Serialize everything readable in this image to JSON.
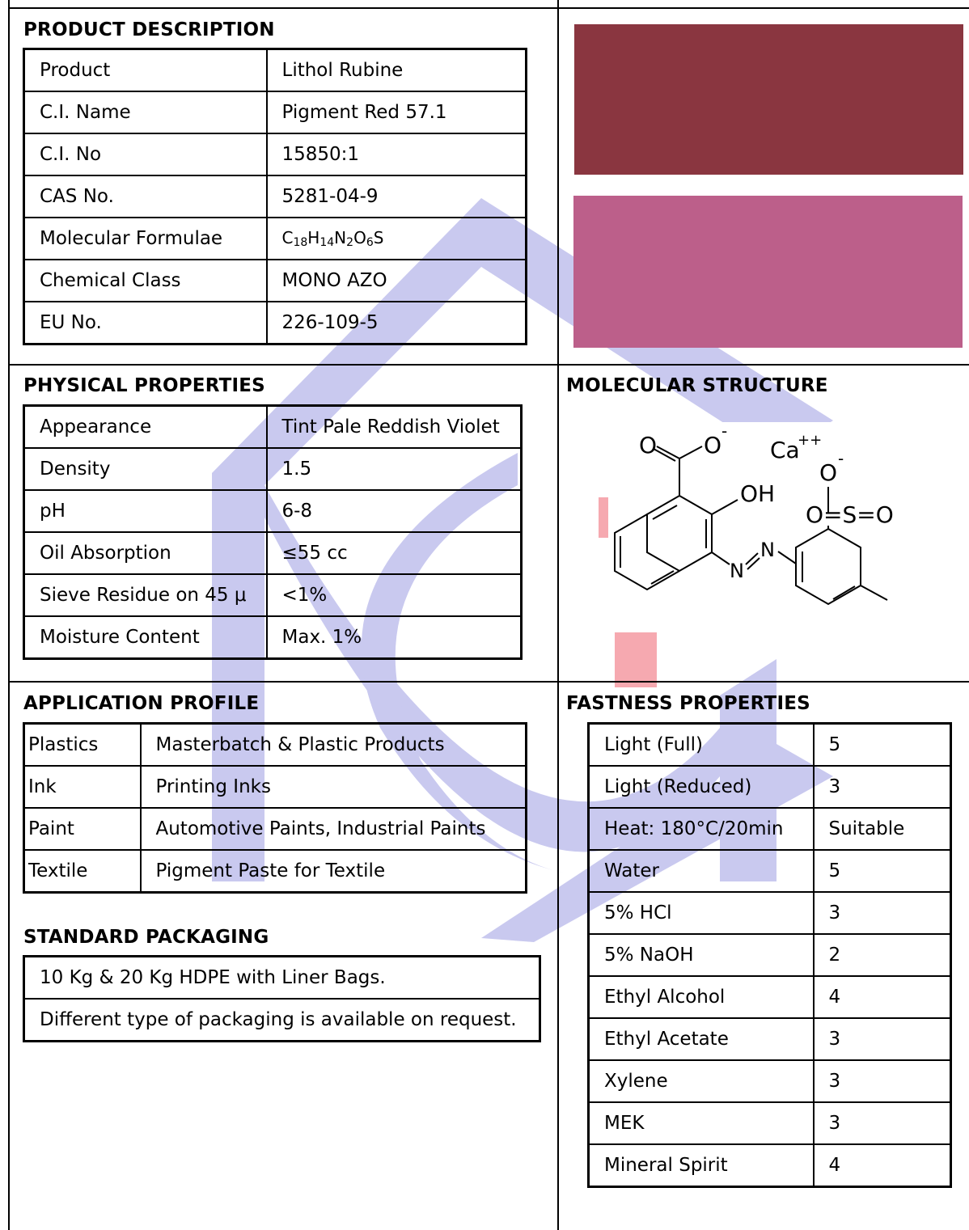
{
  "product_description": {
    "heading": "PRODUCT DESCRIPTION",
    "rows": [
      {
        "label": "Product",
        "value": "Lithol Rubine"
      },
      {
        "label": "C.I. Name",
        "value": "Pigment Red 57.1"
      },
      {
        "label": "C.I. No",
        "value": "15850:1"
      },
      {
        "label": "CAS No.",
        "value": "5281-04-9"
      },
      {
        "label": "Molecular Formulae",
        "value": "C18H14N2O6S"
      },
      {
        "label": "Chemical Class",
        "value": "MONO AZO"
      },
      {
        "label": "EU No.",
        "value": "226-109-5"
      }
    ],
    "formula_parts": [
      {
        "t": "C",
        "sub": false
      },
      {
        "t": "18",
        "sub": true
      },
      {
        "t": "H",
        "sub": false
      },
      {
        "t": "14",
        "sub": true
      },
      {
        "t": "N",
        "sub": false
      },
      {
        "t": "2",
        "sub": true
      },
      {
        "t": "O",
        "sub": false
      },
      {
        "t": "6",
        "sub": true
      },
      {
        "t": "S",
        "sub": false
      }
    ]
  },
  "swatches": {
    "full_color": "#8a3640",
    "tint_color": "#bc5f8a"
  },
  "physical_properties": {
    "heading": "PHYSICAL PROPERTIES",
    "rows": [
      {
        "label": "Appearance",
        "value": "Tint Pale Reddish Violet"
      },
      {
        "label": "Density",
        "value": "1.5"
      },
      {
        "label": "pH",
        "value": "6-8"
      },
      {
        "label": "Oil Absorption",
        "value": "≤55 cc"
      },
      {
        "label": "Sieve Residue on 45 μ",
        "value": "<1%"
      },
      {
        "label": "Moisture Content",
        "value": "Max. 1%"
      }
    ]
  },
  "molecular_structure": {
    "heading": "MOLECULAR STRUCTURE",
    "atoms": {
      "o_minus_top": "O",
      "o_carbonyl": "O",
      "calcium": "Ca",
      "calcium_charge": "++",
      "minus": "-",
      "oh": "OH",
      "o_sulfonate": "O",
      "sulfonate_group": "O=S=O",
      "azo_n1": "N",
      "azo_n2": "N"
    }
  },
  "application_profile": {
    "heading": "APPLICATION PROFILE",
    "rows": [
      {
        "label": "Plastics",
        "value": "Masterbatch & Plastic Products"
      },
      {
        "label": "Ink",
        "value": "Printing Inks"
      },
      {
        "label": "Paint",
        "value": "Automotive Paints, Industrial Paints"
      },
      {
        "label": "Textile",
        "value": "Pigment Paste for Textile"
      }
    ]
  },
  "standard_packaging": {
    "heading": "STANDARD PACKAGING",
    "rows": [
      "10 Kg & 20 Kg HDPE with Liner Bags.",
      "Different type of packaging is available on request."
    ]
  },
  "fastness_properties": {
    "heading": "FASTNESS PROPERTIES",
    "rows": [
      {
        "label": "Light (Full)",
        "value": "5"
      },
      {
        "label": "Light (Reduced)",
        "value": "3"
      },
      {
        "label": "Heat: 180°C/20min",
        "value": "Suitable"
      },
      {
        "label": "Water",
        "value": "5"
      },
      {
        "label": "5% HCl",
        "value": "3"
      },
      {
        "label": "5% NaOH",
        "value": "2"
      },
      {
        "label": "Ethyl Alcohol",
        "value": "4"
      },
      {
        "label": "Ethyl Acetate",
        "value": "3"
      },
      {
        "label": "Xylene",
        "value": "3"
      },
      {
        "label": "MEK",
        "value": "3"
      },
      {
        "label": "Mineral Spirit",
        "value": "4"
      }
    ]
  },
  "watermark_colors": {
    "blue": "#c9c9ef",
    "red": "#f6a9b0"
  }
}
